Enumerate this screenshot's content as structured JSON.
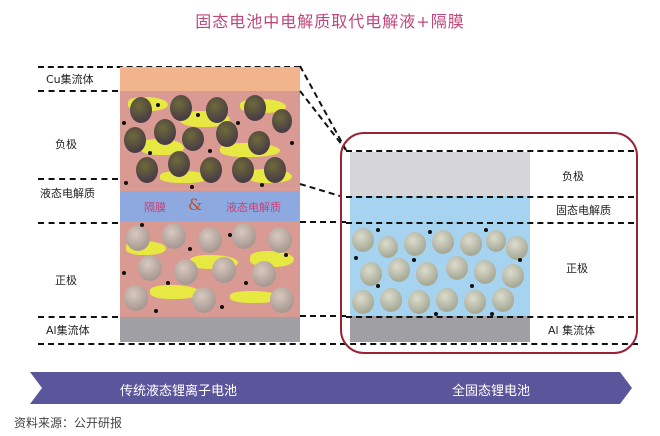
{
  "title": "固态电池中电解质取代电解液+隔膜",
  "left_panel": {
    "labels": {
      "cu_collector": "Cu集流体",
      "anode": "负极",
      "liquid_electrolyte": "液态电解质",
      "cathode": "正极",
      "al_collector": "Al集流体"
    },
    "separator_band": {
      "separator": "隔膜",
      "ampersand": "&",
      "electrolyte": "液态电解质"
    }
  },
  "right_panel": {
    "labels": {
      "anode": "负极",
      "solid_electrolyte": "固态电解质",
      "cathode": "正极",
      "al_collector": "Al 集流体"
    }
  },
  "banner": {
    "left_label": "传统液态锂离子电池",
    "right_label": "全固态锂电池"
  },
  "source": "资料来源：公开研报",
  "colors": {
    "title": "#c0457a",
    "banner": "#5b559c",
    "highlight_box": "#9b2335",
    "cu_collector": "#f2b48c",
    "electrode_matrix": "#d99a94",
    "binder": "#e8ec3c",
    "separator": "#8ea9df",
    "al_collector": "#a0a0a4",
    "solid_electrolyte": "#a6d3ef",
    "anode_gray": "#d6d6d8"
  }
}
